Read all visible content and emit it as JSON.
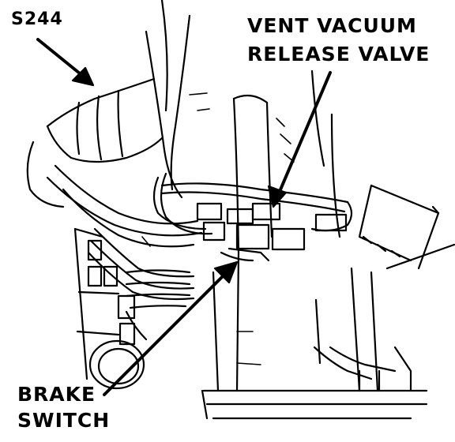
{
  "labels": {
    "s244": "S244",
    "vent_line1": "VENT VACUUM",
    "vent_line2": "RELEASE VALVE",
    "brake_line1": "BRAKE",
    "brake_line2": "SWITCH"
  },
  "colors": {
    "ink": "#000000",
    "paper": "#ffffff"
  }
}
